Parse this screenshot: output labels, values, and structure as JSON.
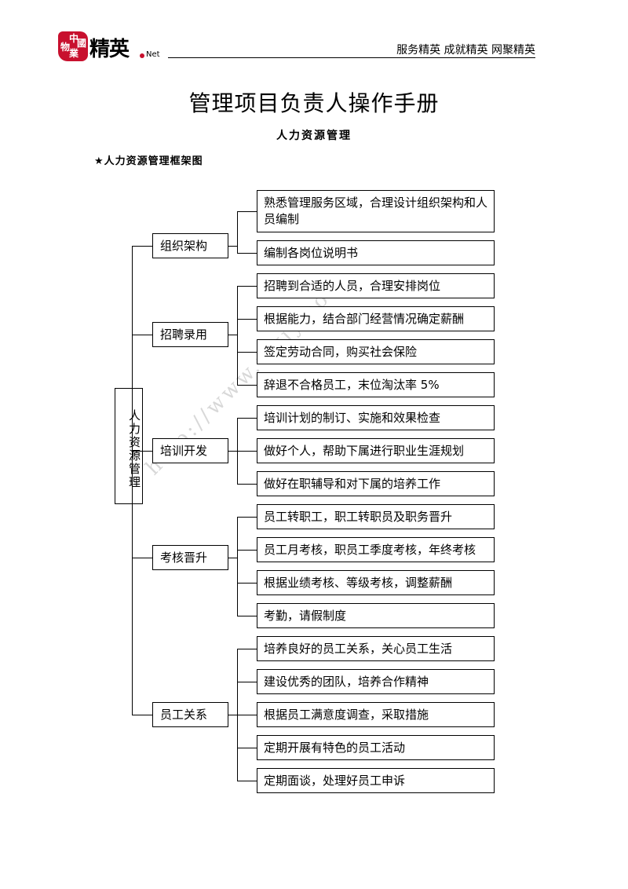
{
  "header": {
    "logo_seal": "中國物業",
    "logo_brand": "精英",
    "logo_suffix": "Net",
    "slogan": "服务精英  成就精英  网聚精英"
  },
  "title": "管理项目负责人操作手册",
  "subtitle": "人力资源管理",
  "section_heading": "★人力资源管理框架图",
  "watermark": "http://www.wyjy.com",
  "diagram": {
    "root": "人力资源管理",
    "categories": [
      {
        "label": "组织架构",
        "items": [
          "熟悉管理服务区域，合理设计组织架构和人员编制",
          "编制各岗位说明书"
        ]
      },
      {
        "label": "招聘录用",
        "items": [
          "招聘到合适的人员，合理安排岗位",
          "根据能力，结合部门经营情况确定薪酬",
          "签定劳动合同，购买社会保险",
          "辞退不合格员工，末位淘汰率 5%"
        ]
      },
      {
        "label": "培训开发",
        "items": [
          "培训计划的制订、实施和效果检查",
          "做好个人，帮助下属进行职业生涯规划",
          "做好在职辅导和对下属的培养工作"
        ]
      },
      {
        "label": "考核晋升",
        "items": [
          "员工转职工，职工转职员及职务晋升",
          "员工月考核，职员工季度考核，年终考核",
          "根据业绩考核、等级考核，调整薪酬",
          "考勤，请假制度"
        ]
      },
      {
        "label": "员工关系",
        "items": [
          "培养良好的员工关系，关心员工生活",
          "建设优秀的团队，培养合作精神",
          "根据员工满意度调查，采取措施",
          "定期开展有特色的员工活动",
          "定期面谈，处理好员工申诉"
        ]
      }
    ]
  }
}
